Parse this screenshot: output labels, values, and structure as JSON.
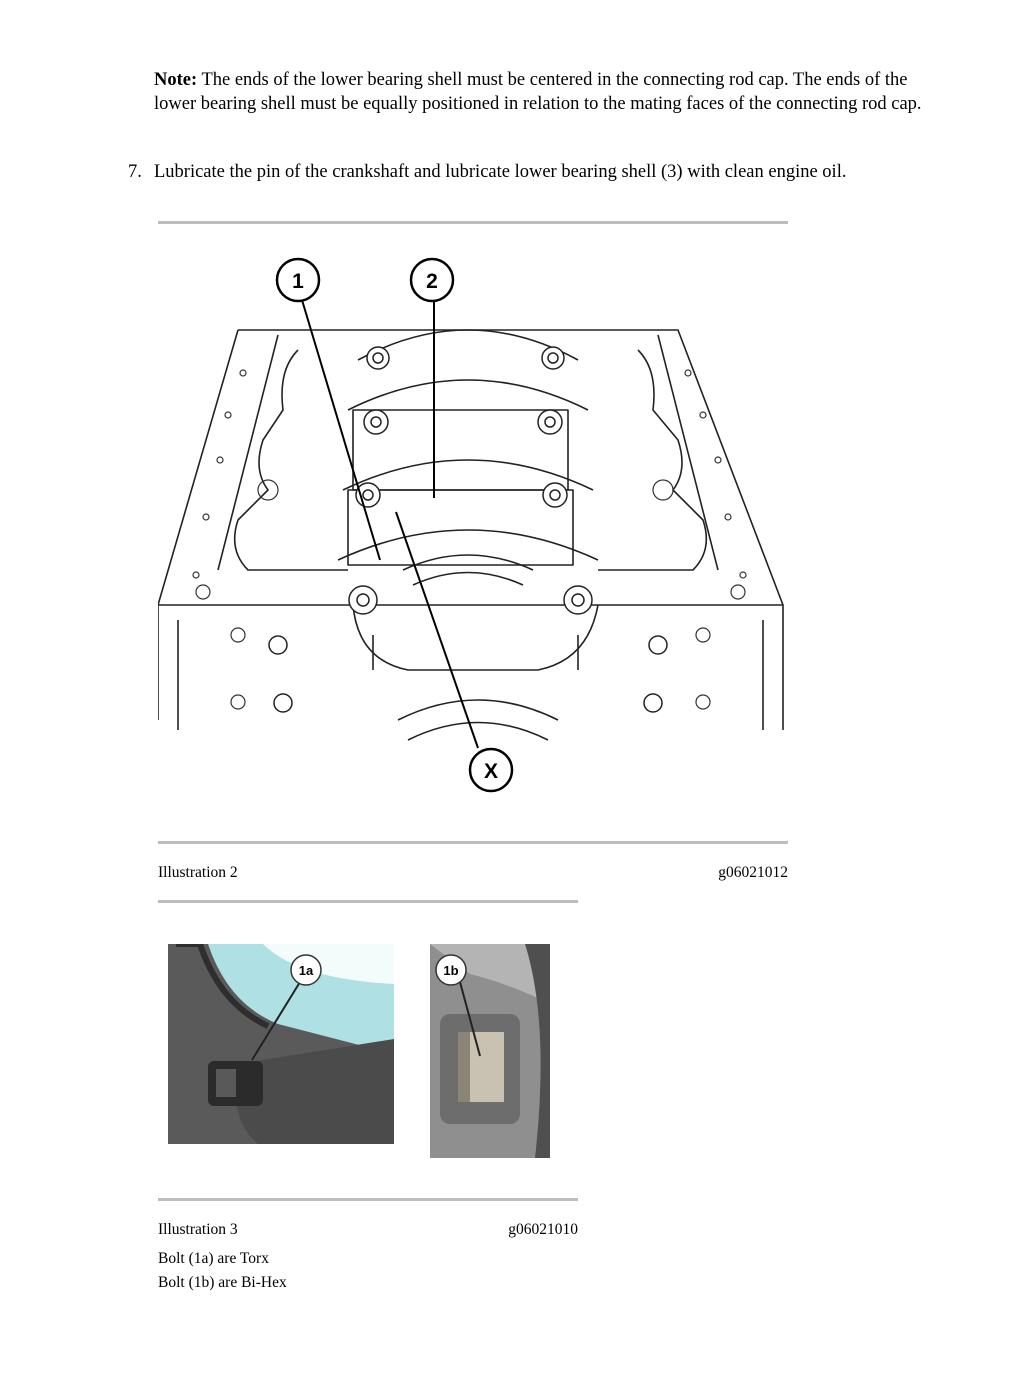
{
  "note": {
    "label": "Note:",
    "text": "The ends of the lower bearing shell must be centered in the connecting rod cap. The ends of the lower bearing shell must be equally positioned in relation to the mating faces of the connecting rod cap."
  },
  "step": {
    "number": "7.",
    "text": "Lubricate the pin of the crankshaft and lubricate lower bearing shell (3) with clean engine oil."
  },
  "illustration2": {
    "caption": "Illustration 2",
    "code": "g06021012",
    "callouts": [
      "1",
      "2",
      "X"
    ]
  },
  "illustration3": {
    "caption": "Illustration 3",
    "code": "g06021010",
    "callouts": [
      "1a",
      "1b"
    ],
    "notes": [
      "Bolt (1a) are Torx",
      "Bolt (1b) are Bi-Hex"
    ]
  }
}
